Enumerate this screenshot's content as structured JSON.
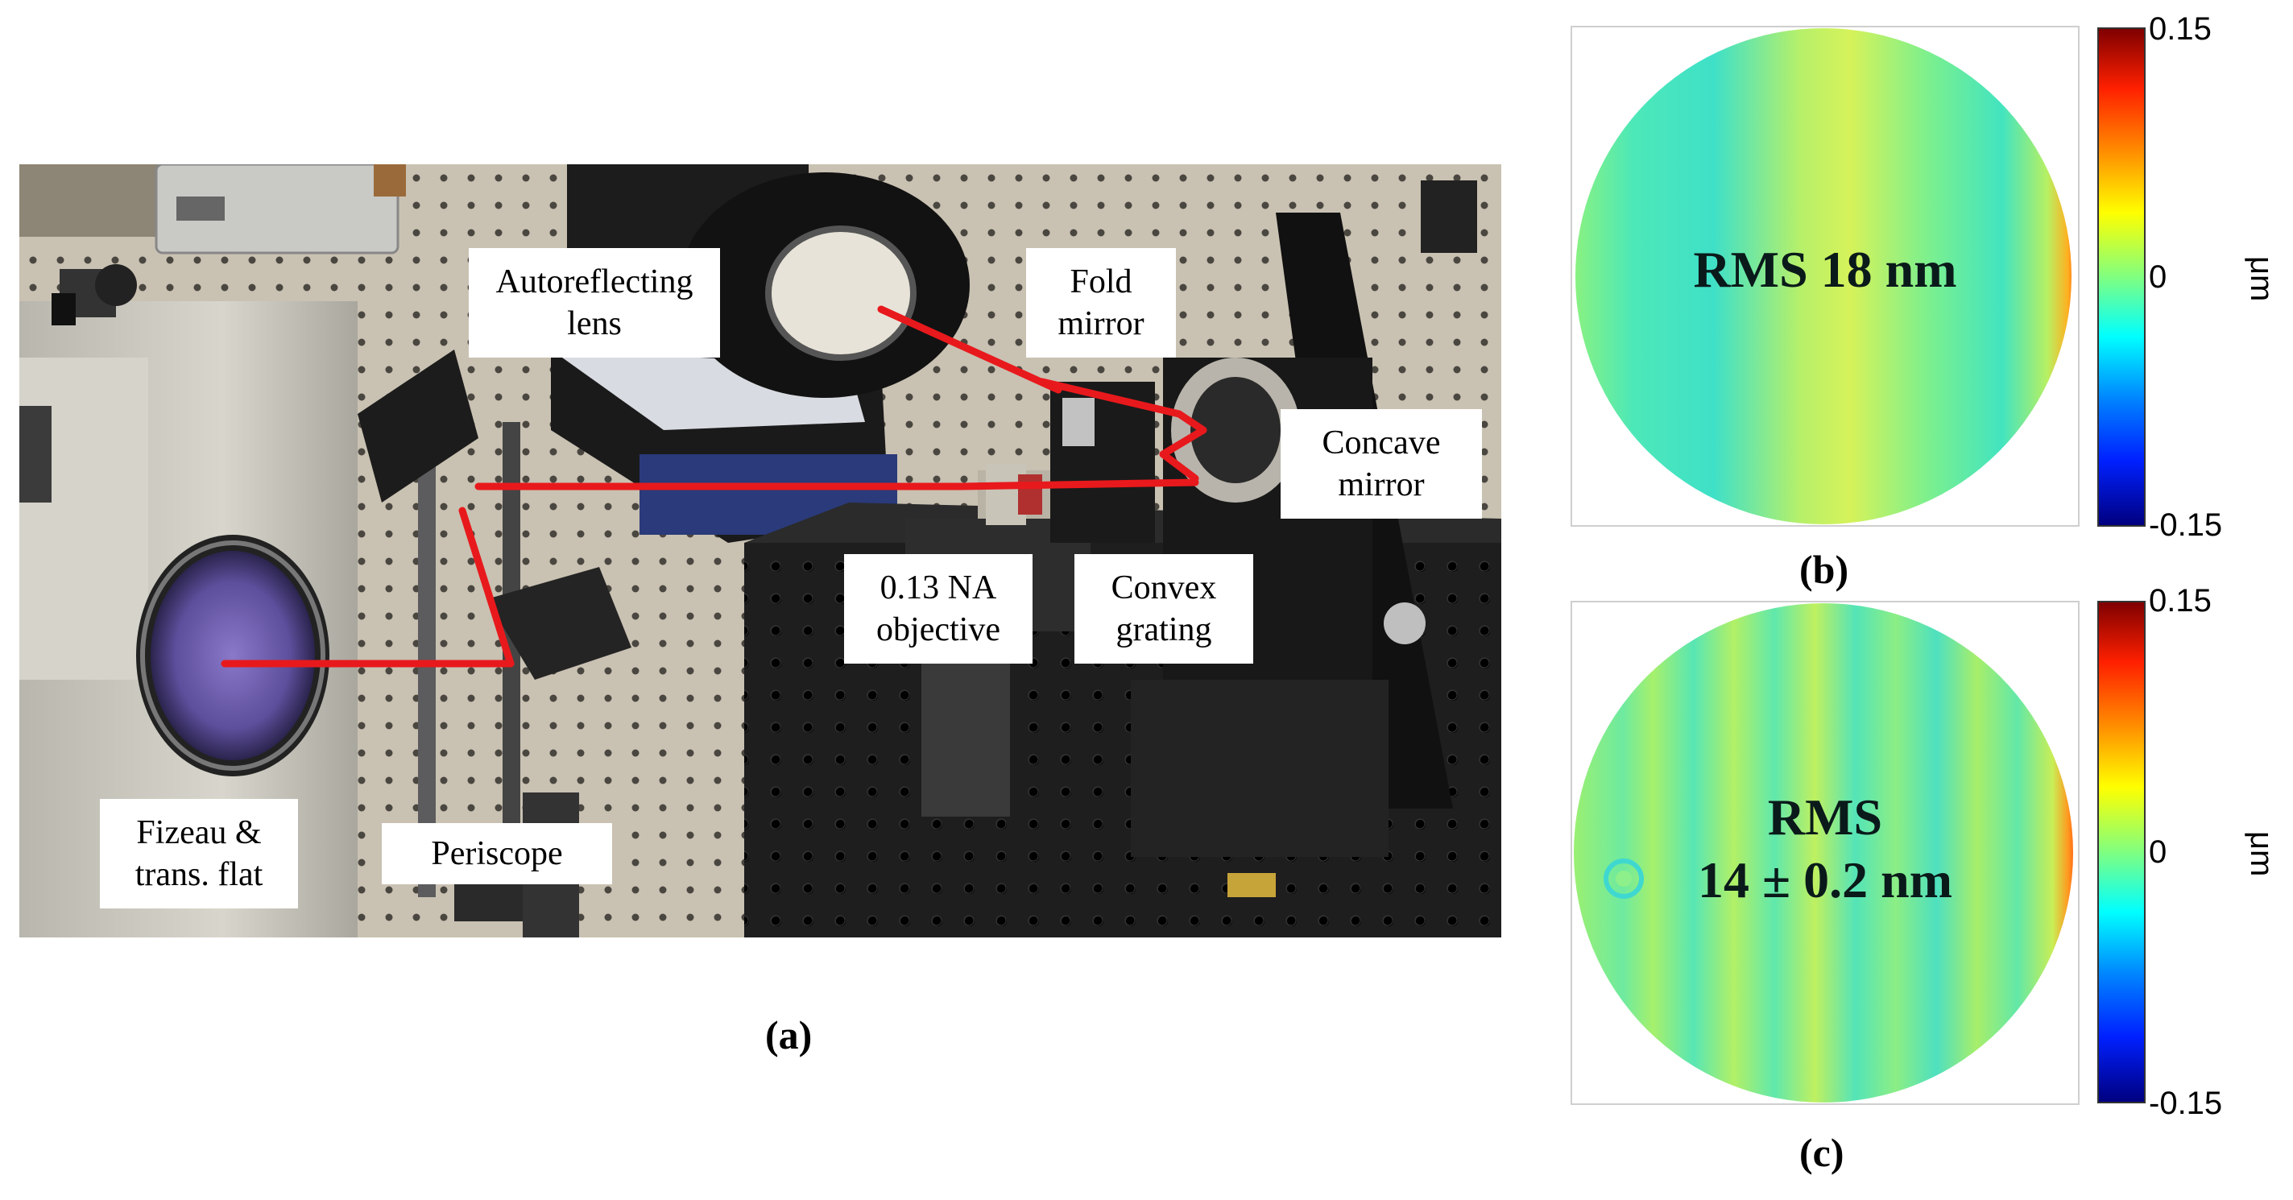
{
  "panel_a": {
    "caption": "(a)",
    "labels": {
      "autoreflecting_lens": "Autoreflecting\nlens",
      "fold_mirror": "Fold\nmirror",
      "concave_mirror": "Concave\nmirror",
      "objective": "0.13 NA\nobjective",
      "convex_grating": "Convex\ngrating",
      "fizeau": "Fizeau &\ntrans. flat",
      "periscope": "Periscope"
    },
    "beam_color": "#e8191c"
  },
  "panel_b": {
    "caption": "(b)",
    "rms": "RMS 18 nm",
    "colorbar": {
      "max": "0.15",
      "mid": "0",
      "min": "-0.15",
      "unit": "μm"
    }
  },
  "panel_c": {
    "caption": "(c)",
    "rms": "RMS\n14 ± 0.2 nm",
    "colorbar": {
      "max": "0.15",
      "mid": "0",
      "min": "-0.15",
      "unit": "μm"
    }
  },
  "colors": {
    "jet_dark_red": "#7f0000",
    "jet_red": "#ff2000",
    "jet_yellow": "#ffff00",
    "jet_cyan": "#00ffff",
    "jet_blue": "#0020ff",
    "jet_dark_blue": "#00007f"
  }
}
